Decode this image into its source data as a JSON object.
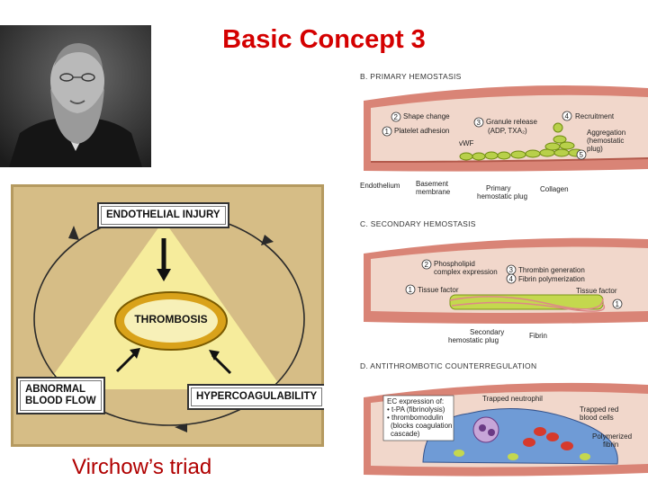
{
  "slide": {
    "title": "Basic  Concept 3",
    "caption": "Virchow’s triad"
  },
  "triad": {
    "top": "ENDOTHELIAL INJURY",
    "center": "THROMBOSIS",
    "left_line1": "ABNORMAL",
    "left_line2": "BLOOD FLOW",
    "right": "HYPERCOAGULABILITY"
  },
  "hemostasis": {
    "panel_b": {
      "heading": "B. PRIMARY HEMOSTASIS",
      "labels": [
        "Shape change",
        "Granule release",
        "(ADP, TXA₂)",
        "Recruitment",
        "Platelet adhesion",
        "vWF",
        "Aggregation",
        "(hemostatic",
        "plug)",
        "Endothelium",
        "Basement",
        "membrane",
        "Primary",
        "hemostatic plug",
        "Collagen"
      ],
      "numbers": [
        "1",
        "2",
        "3",
        "4",
        "5"
      ]
    },
    "panel_c": {
      "heading": "C. SECONDARY HEMOSTASIS",
      "labels": [
        "Phospholipid",
        "complex expression",
        "Thrombin generation",
        "Fibrin polymerization",
        "Tissue factor",
        "Tissue factor",
        "Secondary",
        "hemostatic plug",
        "Fibrin"
      ],
      "numbers": [
        "1",
        "2",
        "3",
        "4",
        "1"
      ]
    },
    "panel_d": {
      "heading": "D. ANTITHROMBOTIC COUNTERREGULATION",
      "labels": [
        "EC expression of:",
        "• t-PA (fibrinolysis)",
        "• thrombomodulin",
        "(blocks coagulation",
        "cascade)",
        "Trapped neutrophil",
        "Trapped red",
        "blood cells",
        "Polymerized",
        "fibrin"
      ]
    }
  },
  "colors": {
    "title": "#d40000",
    "caption": "#b00000",
    "triangle": "#f6ec9c",
    "vessel_wall": "#d98476",
    "lumen": "#f1d7cb",
    "platelet": "#b8d04a"
  },
  "icons": {
    "portrait": "man-portrait-photo"
  }
}
